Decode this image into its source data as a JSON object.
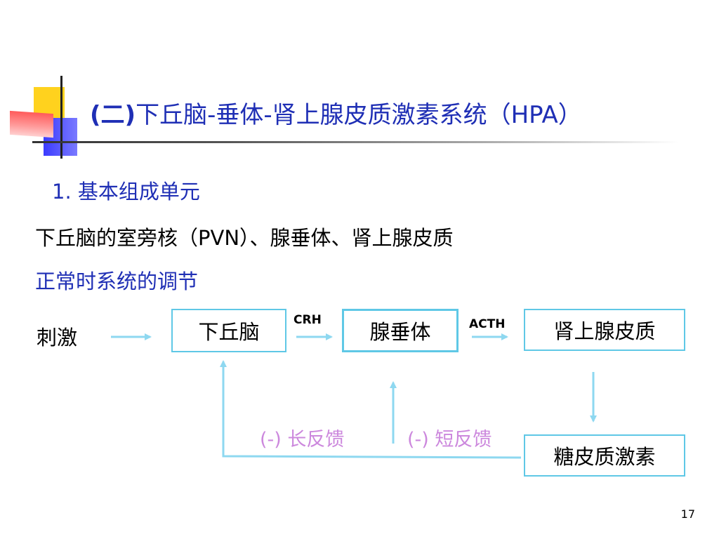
{
  "slide": {
    "title_prefix": "(二)",
    "title_main": "下丘脑-垂体-肾上腺皮质激素系统（HPA）",
    "section_heading": "1. 基本组成单元",
    "components_line": "下丘脑的室旁核（PVN）、腺垂体、肾上腺皮质",
    "regulation_heading": "正常时系统的调节",
    "page_number": "17"
  },
  "diagram": {
    "stimulus": "刺激",
    "nodes": [
      "下丘脑",
      "腺垂体",
      "肾上腺皮质",
      "糖皮质激素"
    ],
    "hormone_labels": [
      "CRH",
      "ACTH"
    ],
    "feedback_labels": [
      "(-) 长反馈",
      "(-) 短反馈"
    ],
    "colors": {
      "box_border": "#5fc8e6",
      "arrow": "#8ed8f0",
      "feedback_text": "#cc88dd",
      "heading_text": "#1f2fb5"
    }
  }
}
